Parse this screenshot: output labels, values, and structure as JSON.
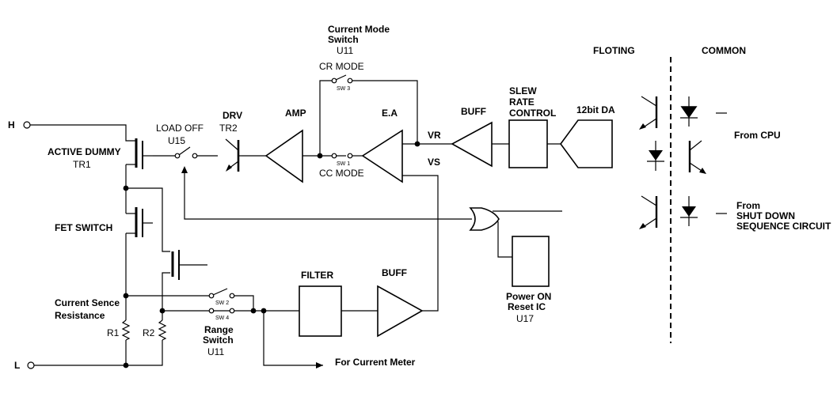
{
  "terminals": {
    "h": "H",
    "l": "L"
  },
  "labels": {
    "active_dummy": "ACTIVE DUMMY",
    "tr1": "TR1",
    "fet_switch": "FET SWITCH",
    "current_sense_1": "Current Sence",
    "current_sense_2": "Resistance",
    "r1": "R1",
    "r2": "R2",
    "load_off": "LOAD OFF",
    "u15": "U15",
    "drv": "DRV",
    "tr2": "TR2",
    "amp": "AMP",
    "current_mode_1": "Current Mode",
    "current_mode_2": "Switch",
    "u11_top": "U11",
    "cr_mode": "CR MODE",
    "cc_mode": "CC MODE",
    "sw1": "SW 1",
    "sw2": "SW 2",
    "sw3": "SW 3",
    "sw4": "SW 4",
    "ea": "E.A",
    "vr": "VR",
    "vs": "VS",
    "buff_top": "BUFF",
    "slew_1": "SLEW",
    "slew_2": "RATE",
    "slew_3": "CONTROL",
    "da": "12bit DA",
    "floting": "FLOTING",
    "common": "COMMON",
    "from_cpu": "From CPU",
    "from_2": "From",
    "shutdown_1": "SHUT DOWN",
    "shutdown_2": "SEQUENCE CIRCUIT",
    "filter": "FILTER",
    "buff_bottom": "BUFF",
    "range_1": "Range",
    "range_2": "Switch",
    "u11_bottom": "U11",
    "current_meter": "For Current Meter",
    "power_on_1": "Power ON",
    "power_on_2": "Reset IC",
    "u17": "U17"
  }
}
